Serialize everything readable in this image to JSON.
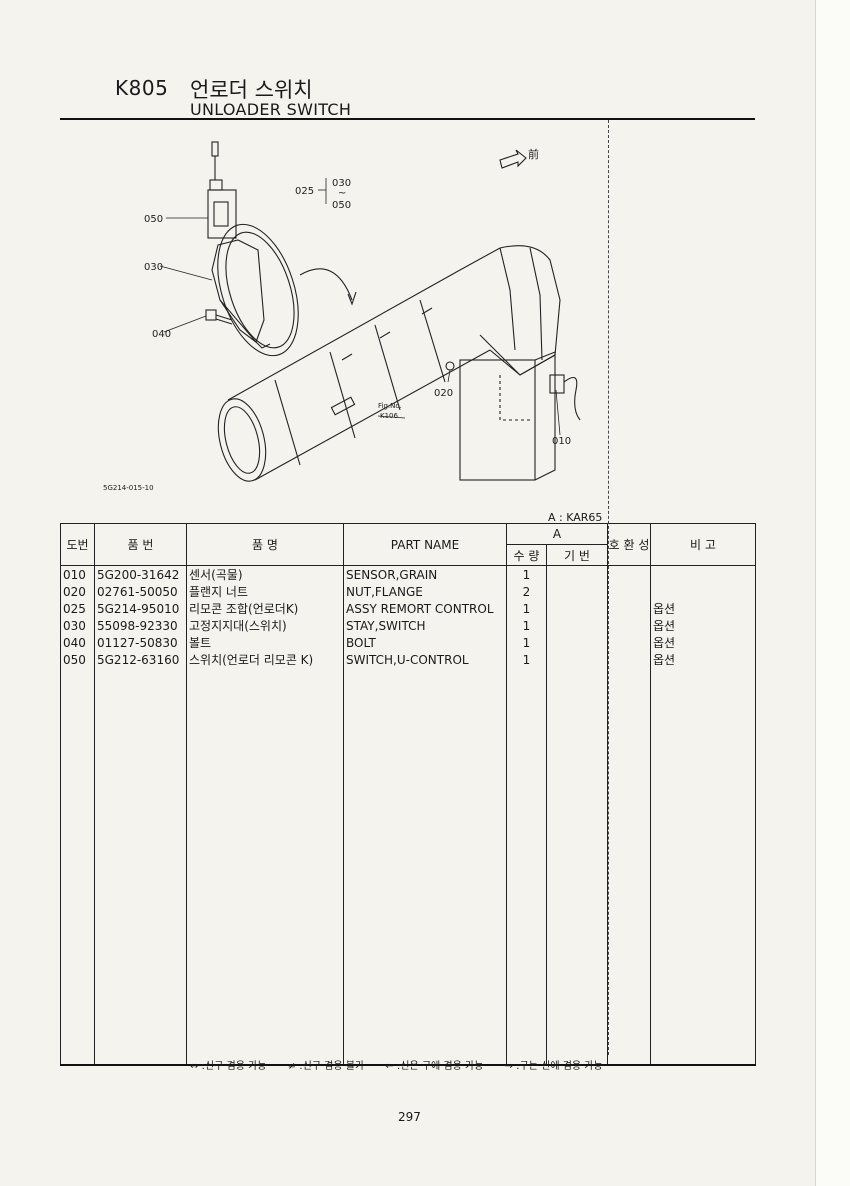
{
  "header": {
    "code": "K805",
    "title_ko": "언로더 스위치",
    "title_en": "UNLOADER SWITCH"
  },
  "diagram": {
    "callouts": [
      "050",
      "030",
      "040",
      "025",
      "030",
      "~",
      "050",
      "020",
      "010"
    ],
    "front_label": "前",
    "fig_ref": [
      "Fig.No.",
      "K106"
    ],
    "drawing_code": "5G214-015-10"
  },
  "table": {
    "a_note": "A : KAR65",
    "headers": {
      "no": "도번",
      "part_no": "품 번",
      "name_ko": "품 명",
      "part_name": "PART NAME",
      "group_a": "A",
      "qty": "수 량",
      "base": "기 번",
      "interchange": "호 환 성",
      "remarks": "비 고"
    },
    "rows": [
      {
        "no": "010",
        "part_no": "5G200-31642",
        "name_ko": "센서(곡물)",
        "name_en": "SENSOR,GRAIN",
        "qty": "1",
        "base": "",
        "interchange": "",
        "remarks": ""
      },
      {
        "no": "020",
        "part_no": "02761-50050",
        "name_ko": "플랜지 너트",
        "name_en": "NUT,FLANGE",
        "qty": "2",
        "base": "",
        "interchange": "",
        "remarks": ""
      },
      {
        "no": "025",
        "part_no": "5G214-95010",
        "name_ko": "리모콘 조합(언로더K)",
        "name_en": "ASSY REMORT CONTROL",
        "qty": "1",
        "base": "",
        "interchange": "",
        "remarks": "옵션"
      },
      {
        "no": "030",
        "part_no": "55098-92330",
        "name_ko": "고정지지대(스위치)",
        "name_en": "STAY,SWITCH",
        "qty": "1",
        "base": "",
        "interchange": "",
        "remarks": "옵션"
      },
      {
        "no": "040",
        "part_no": "01127-50830",
        "name_ko": "볼트",
        "name_en": "BOLT",
        "qty": "1",
        "base": "",
        "interchange": "",
        "remarks": "옵션"
      },
      {
        "no": "050",
        "part_no": "5G212-63160",
        "name_ko": "스위치(언로더 리모콘 K)",
        "name_en": "SWITCH,U-CONTROL",
        "qty": "1",
        "base": "",
        "interchange": "",
        "remarks": "옵션"
      }
    ]
  },
  "legend": [
    "↔ :신구 겸용 가능",
    "≠ :신구 겸용 불가",
    "← :신은 구에 겸용 가능",
    "→ :구는 신에 겸용 가능"
  ],
  "page_number": "297"
}
